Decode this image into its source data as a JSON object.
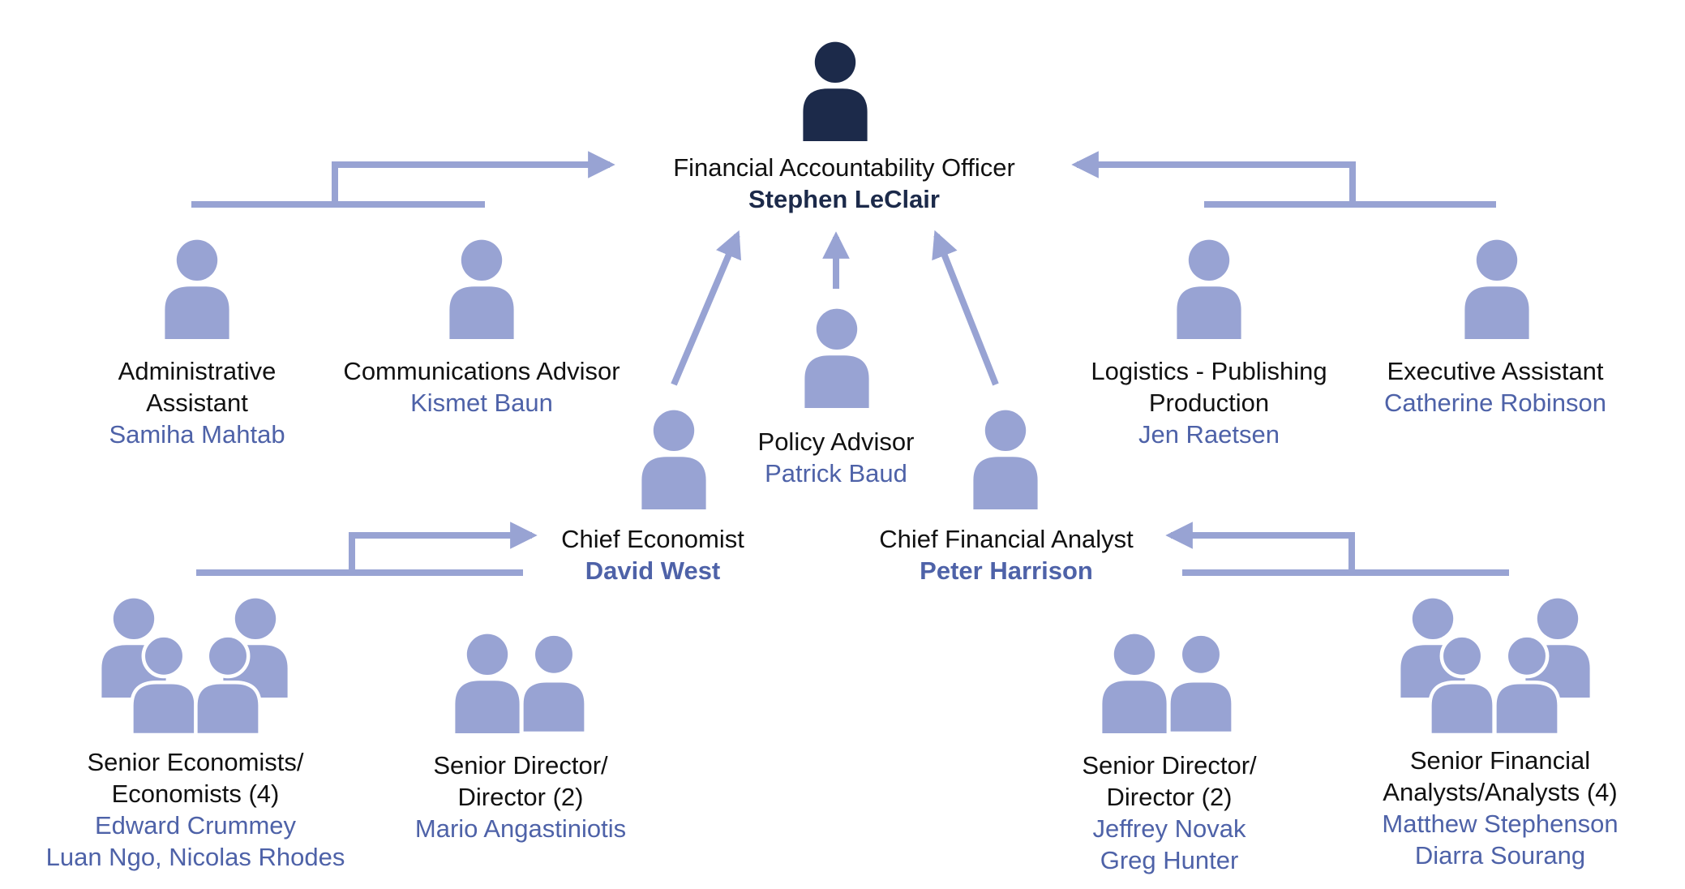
{
  "colors": {
    "connector": "#98a3d3",
    "person_light": "#98a3d3",
    "person_dark": "#1c2a4a",
    "name_text": "#4e62a8",
    "head_name_text": "#1c2a4a",
    "role_text": "#111111"
  },
  "head": {
    "role": "Financial Accountability Officer",
    "name": "Stephen LeClair",
    "icon": "person-icon"
  },
  "staff": [
    {
      "id": "admin",
      "role_lines": [
        "Administrative",
        "Assistant"
      ],
      "names": [
        "Samiha Mahtab"
      ],
      "icon": "person-icon"
    },
    {
      "id": "comms",
      "role_lines": [
        "Communications Advisor"
      ],
      "names": [
        "Kismet Baun"
      ],
      "icon": "person-icon"
    },
    {
      "id": "policy",
      "role_lines": [
        "Policy Advisor"
      ],
      "names": [
        "Patrick Baud"
      ],
      "icon": "person-icon"
    },
    {
      "id": "logistics",
      "role_lines": [
        "Logistics - Publishing",
        "Production"
      ],
      "names": [
        "Jen Raetsen"
      ],
      "icon": "person-icon"
    },
    {
      "id": "exec",
      "role_lines": [
        "Executive Assistant"
      ],
      "names": [
        "Catherine Robinson"
      ],
      "icon": "person-icon"
    }
  ],
  "chiefs": [
    {
      "id": "economist",
      "role": "Chief Economist",
      "name": "David West",
      "icon": "person-icon"
    },
    {
      "id": "analyst",
      "role": "Chief Financial Analyst",
      "name": "Peter Harrison",
      "icon": "person-icon"
    }
  ],
  "teams": [
    {
      "id": "sr-economists",
      "role_lines": [
        "Senior Economists/",
        "Economists (4)"
      ],
      "names": [
        "Edward Crummey",
        "Luan Ngo, Nicolas Rhodes"
      ],
      "icon": "group-of-four-icon"
    },
    {
      "id": "econ-directors",
      "role_lines": [
        "Senior Director/",
        "Director (2)"
      ],
      "names": [
        "Mario Angastiniotis"
      ],
      "icon": "pair-icon"
    },
    {
      "id": "fin-directors",
      "role_lines": [
        "Senior Director/",
        "Director (2)"
      ],
      "names": [
        "Jeffrey Novak",
        "Greg Hunter"
      ],
      "icon": "pair-icon"
    },
    {
      "id": "sr-analysts",
      "role_lines": [
        "Senior Financial",
        "Analysts/Analysts (4)"
      ],
      "names": [
        "Matthew Stephenson",
        "Diarra Sourang"
      ],
      "icon": "group-of-four-icon"
    }
  ]
}
